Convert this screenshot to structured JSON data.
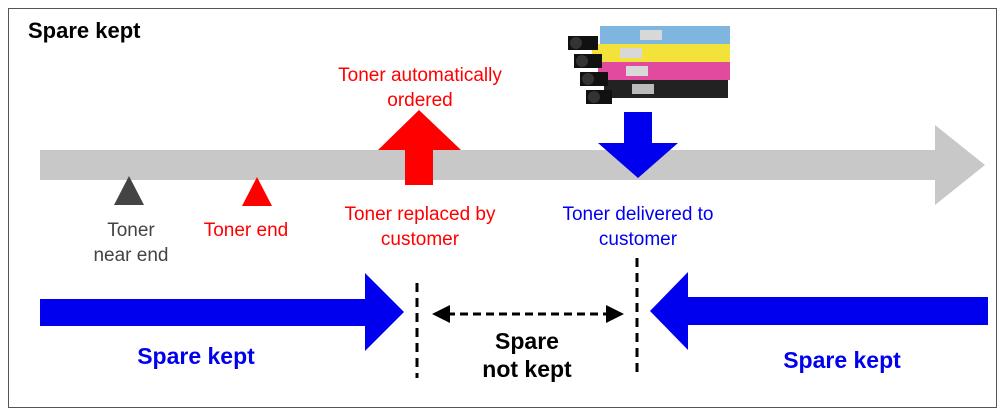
{
  "title": "Spare kept",
  "colors": {
    "timeline": "#c8c8c8",
    "red": "#ff0000",
    "blue": "#0000ee",
    "dark_marker": "#444444",
    "text_gray": "#444444"
  },
  "labels": {
    "toner_near_end": [
      "Toner",
      "near end"
    ],
    "toner_end": "Toner end",
    "auto_ordered": [
      "Toner automatically",
      "ordered"
    ],
    "replaced_by_customer": [
      "Toner replaced by",
      "customer"
    ],
    "delivered_to_customer": [
      "Toner delivered to",
      "customer"
    ]
  },
  "bottom": {
    "left_state": "Spare kept",
    "middle_state": [
      "Spare",
      "not kept"
    ],
    "right_state": "Spare kept"
  },
  "image": "toner-cartridges-image"
}
